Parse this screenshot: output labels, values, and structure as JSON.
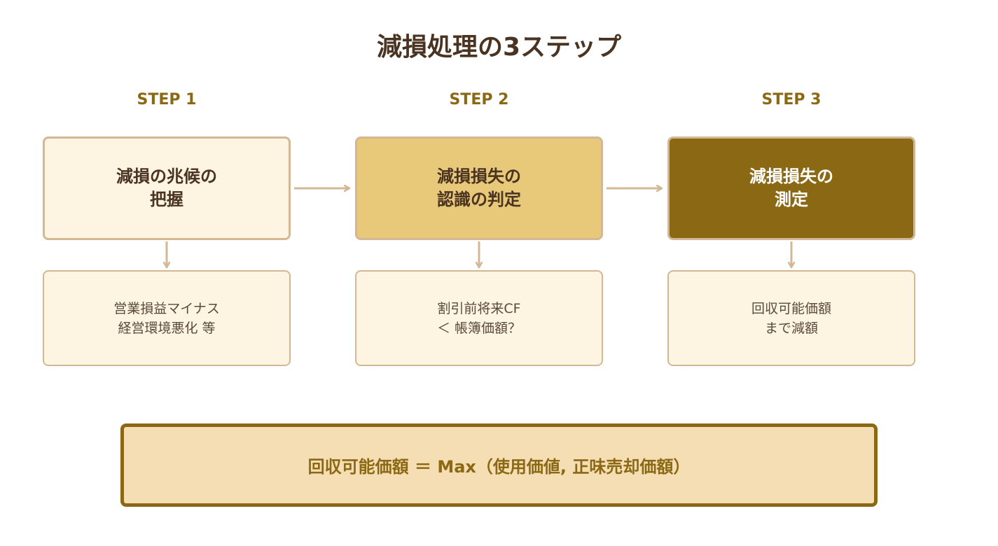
{
  "title": "減損処理の3ステップ",
  "steps": [
    {
      "label": "STEP 1",
      "box_lines": [
        "減損の兆候の",
        "把握"
      ],
      "detail_lines": [
        "営業損益マイナス",
        "経営環境悪化 等"
      ]
    },
    {
      "label": "STEP 2",
      "box_lines": [
        "減損損失の",
        "認識の判定"
      ],
      "detail_lines": [
        "割引前将来CF",
        "＜ 帳簿価額？"
      ]
    },
    {
      "label": "STEP 3",
      "box_lines": [
        "減損損失の",
        "測定"
      ],
      "detail_lines": [
        "回収可能価額",
        "まで減額"
      ]
    }
  ],
  "formula": "回収可能価額 ＝ Max（使用価値, 正味売却価額）",
  "colors": {
    "title_text": "#4a3320",
    "accent": "#8b6914",
    "step1_fill": "#fdf4e2",
    "step2_fill": "#e8c97a",
    "step3_fill": "#8b6914",
    "border": "#d4b896",
    "formula_fill": "#f5deb3"
  }
}
